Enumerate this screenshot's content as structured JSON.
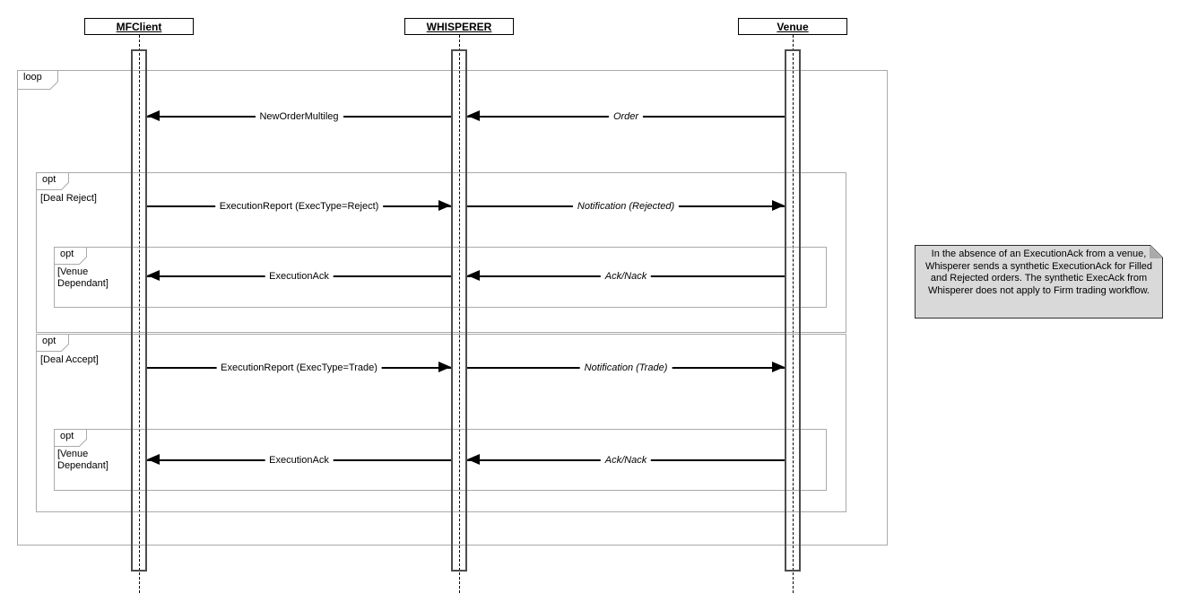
{
  "actors": [
    {
      "name": "MFClient"
    },
    {
      "name": "WHISPERER"
    },
    {
      "name": "Venue"
    }
  ],
  "fragments": [
    {
      "operator": "loop",
      "guard": ""
    },
    {
      "operator": "opt",
      "guard": "[Deal Reject]"
    },
    {
      "operator": "opt",
      "guard": "[Venue Dependant]"
    },
    {
      "operator": "opt",
      "guard": "[Deal Accept]"
    },
    {
      "operator": "opt",
      "guard": "[Venue Dependant]"
    }
  ],
  "messages": [
    {
      "label": "NewOrderMultileg",
      "from": "WHISPERER",
      "to": "MFClient"
    },
    {
      "label": "Order",
      "from": "Venue",
      "to": "WHISPERER"
    },
    {
      "label": "ExecutionReport (ExecType=Reject)",
      "from": "MFClient",
      "to": "WHISPERER"
    },
    {
      "label": "Notification (Rejected)",
      "from": "WHISPERER",
      "to": "Venue"
    },
    {
      "label": "ExecutionAck",
      "from": "WHISPERER",
      "to": "MFClient"
    },
    {
      "label": "Ack/Nack",
      "from": "Venue",
      "to": "WHISPERER"
    },
    {
      "label": "ExecutionReport (ExecType=Trade)",
      "from": "MFClient",
      "to": "WHISPERER"
    },
    {
      "label": "Notification (Trade)",
      "from": "WHISPERER",
      "to": "Venue"
    },
    {
      "label": "ExecutionAck",
      "from": "WHISPERER",
      "to": "MFClient"
    },
    {
      "label": "Ack/Nack",
      "from": "Venue",
      "to": "WHISPERER"
    }
  ],
  "note": {
    "text": "In the absence of an ExecutionAck from a venue, Whisperer sends a synthetic ExecutionAck for Filled and Rejected orders. The synthetic ExecAck from Whisperer does not apply to Firm trading workflow."
  },
  "colors": {
    "arrow": "#000000",
    "frame_border": "#aaaaaa",
    "activation_border": "#4d4d4d",
    "note_bg": "#d9d9d9"
  }
}
